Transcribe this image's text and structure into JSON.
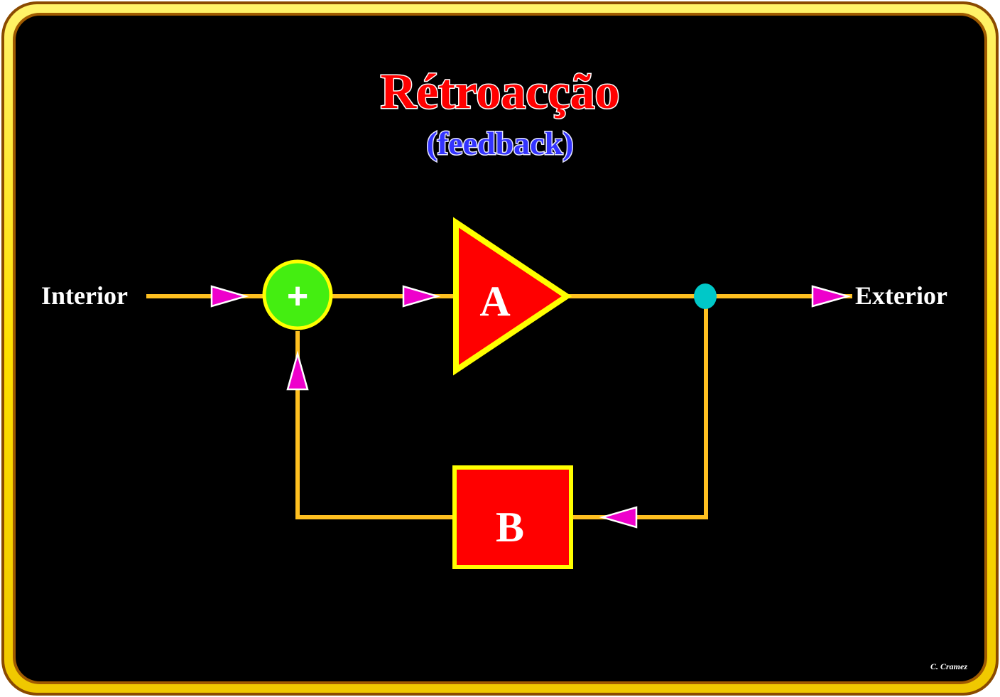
{
  "title": "Rétroacção",
  "subtitle": "(feedback)",
  "diagram": {
    "input_label": "Interior",
    "output_label": "Exterior",
    "summing_symbol": "+",
    "forward_block_label": "A",
    "feedback_block_label": "B"
  },
  "credit": "C. Cramez",
  "colors": {
    "background": "#000000",
    "frame": "#ffee00",
    "wire": "#ffc020",
    "block_fill": "#ff0000",
    "block_border": "#ffff00",
    "summing_fill": "#44ee11",
    "arrow": "#ee00cc",
    "junction": "#00c8c8"
  }
}
